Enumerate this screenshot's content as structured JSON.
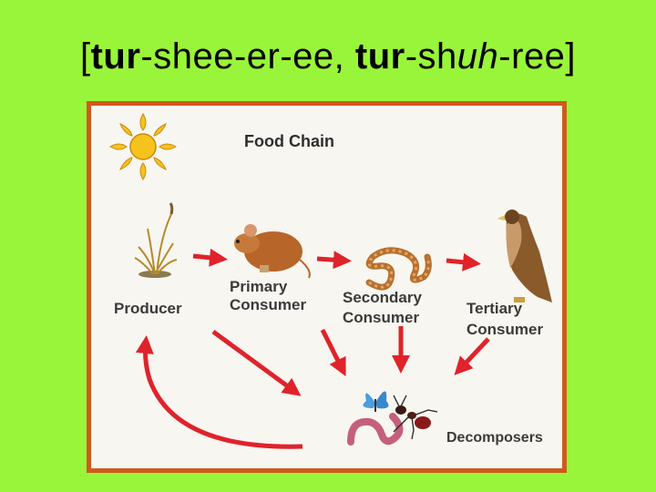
{
  "slide": {
    "title_parts": [
      {
        "text": "[",
        "style": "normal"
      },
      {
        "text": "tur",
        "style": "bold"
      },
      {
        "text": "-shee-er-ee, ",
        "style": "normal"
      },
      {
        "text": "tur",
        "style": "bold"
      },
      {
        "text": "-sh",
        "style": "normal"
      },
      {
        "text": "uh",
        "style": "italic"
      },
      {
        "text": "-ree]",
        "style": "normal"
      }
    ]
  },
  "diagram": {
    "title": "Food Chain",
    "labels": {
      "producer": "Producer",
      "primary_line1": "Primary",
      "primary_line2": "Consumer",
      "secondary_line1": "Secondary",
      "secondary_line2": "Consumer",
      "tertiary_line1": "Tertiary",
      "tertiary_line2": "Consumer",
      "decomposers": "Decomposers"
    },
    "images": [
      "sun",
      "grass-plant",
      "mouse",
      "snake",
      "hawk",
      "worm",
      "butterfly",
      "ant"
    ]
  },
  "colors": {
    "background": "#99f53a",
    "frame": "#cf5a1c",
    "arrow": "#e0222b",
    "sun": "#f6c21c"
  }
}
